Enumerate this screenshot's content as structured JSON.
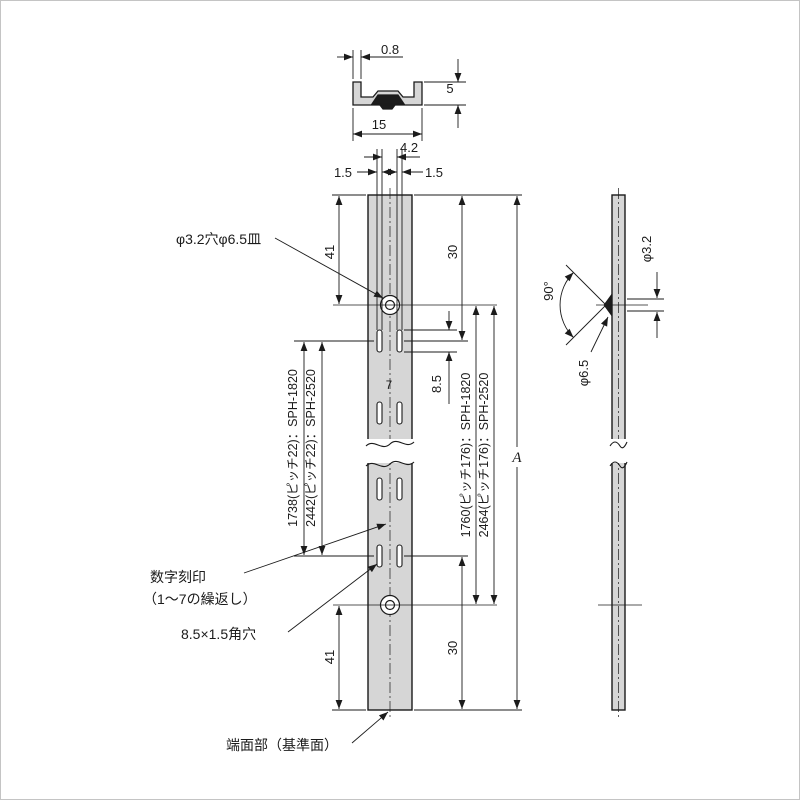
{
  "colors": {
    "line": "#1b1b1b",
    "fill": "#d6d6d6",
    "background": "#ffffff"
  },
  "top_view": {
    "thickness": "0.8",
    "height": "5",
    "width": "15",
    "slot_span": "4.2",
    "offset_left": "1.5",
    "offset_right": "1.5"
  },
  "front_view": {
    "hole_label": "φ3.2穴φ6.5皿",
    "dim_41_top": "41",
    "dim_41_bottom": "41",
    "dim_30_top": "30",
    "dim_30_bottom": "30",
    "dim_slot_length": "8.5",
    "stamp": "7",
    "overall": "A",
    "pitch_left_1": "1738(ピッチ22)：SPH-1820",
    "pitch_left_2": "2442(ピッチ22)：SPH-2520",
    "pitch_right_1": "1760(ピッチ176)：SPH-1820",
    "pitch_right_2": "2464(ピッチ176)：SPH-2520",
    "stamp_label_1": "数字刻印",
    "stamp_label_2": "（1〜7の繰返し）",
    "slot_label": "8.5×1.5角穴",
    "base_label": "端面部（基準面）"
  },
  "side_view": {
    "angle": "90°",
    "hole_dia": "φ3.2",
    "countersink_dia": "φ6.5"
  }
}
